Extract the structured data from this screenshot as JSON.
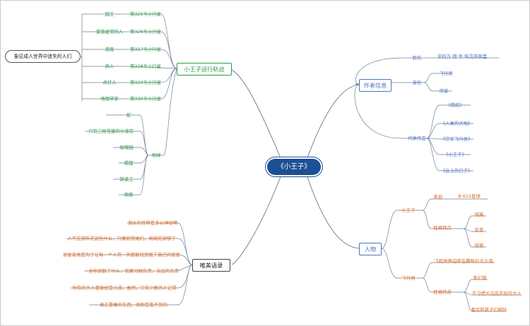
{
  "root": "《小王子》",
  "orbit": {
    "title": "小王子运行轨迹",
    "boundary_note": "象征成人世界中迷失的人们",
    "people": [
      "国王",
      "爱慕虚荣的人",
      "酒鬼",
      "商人",
      "点灯人",
      "地理学家"
    ],
    "planets": [
      "第325号小行星",
      "第326号小行星",
      "第327号小行星",
      "第328号小行星",
      "第329号小行星",
      "第330号小行星"
    ],
    "earth": {
      "label": "地球",
      "items": [
        "蛇",
        "只有三枚花瓣的沙漠花",
        "玫瑰园",
        "狐狸",
        "扳道工",
        "商贩"
      ]
    }
  },
  "author": {
    "title": "作者信息",
    "name_label": "姓名",
    "name": "安托万·德·圣·埃克苏佩里",
    "identity_label": "身份",
    "identities": [
      "飞行员",
      "作家"
    ],
    "works_label": "代表作品",
    "works": [
      "《南航》",
      "《人类的大地》",
      "《空军飞行员》",
      "《小王子》",
      "《云上的日子》"
    ]
  },
  "quotes": {
    "title": "唯美语录",
    "items": [
      "泪水的世界是多么神秘啊",
      "人不应该听花说些什么，只要欣赏她们，闻闻花就够了",
      "星星发亮是为了让每一个人有一天都能找到属于自己的星星",
      "一旦你驯服了什么，就要对她负责，永远的负责",
      "所有的大人都曾经是小孩，虽然，只有少数的人记得",
      "真正重要的东西，肉眼是看不到的"
    ]
  },
  "characters": {
    "title": "人物",
    "prince": {
      "label": "小王子",
      "origin_label": "来自",
      "origin": "B-612星球",
      "traits_label": "性格特点",
      "traits": [
        "纯真",
        "友爱",
        "探索"
      ]
    },
    "pilot": {
      "label": "飞行员",
      "event": "飞机故障迫降在撒哈拉大沙漠",
      "traits_label": "性格特点",
      "traits": [
        "爱幻想",
        "不习惯大闪完实际的大人",
        "喜欢和孩子们相处"
      ]
    }
  }
}
